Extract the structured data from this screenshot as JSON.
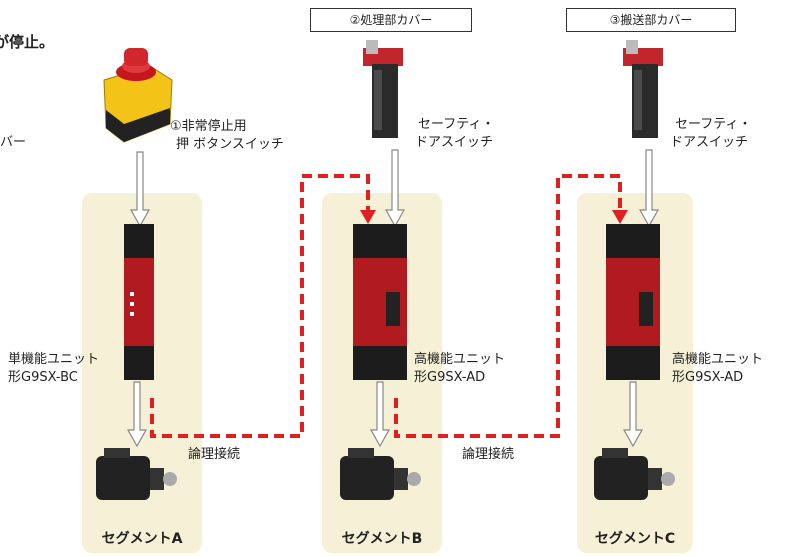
{
  "headline": "が停止。",
  "left_partial": "バー",
  "cover_labels": [
    "②処理部カバー",
    "③搬送部カバー"
  ],
  "estop_label": [
    "①非常停止用",
    "押 ボタンスイッチ"
  ],
  "door_switch_label": [
    "セーフティ・",
    "ドアスイッチ"
  ],
  "units": [
    {
      "name": "単機能ユニット",
      "model": "形G9SX-BC"
    },
    {
      "name": "高機能ユニット",
      "model": "形G9SX-AD"
    },
    {
      "name": "高機能ユニット",
      "model": "形G9SX-AD"
    }
  ],
  "logic_link_label": "論理接続",
  "segments": [
    "セグメントA",
    "セグメントB",
    "セグメントC"
  ],
  "colors": {
    "segment_bg": "#f6f0d6",
    "logic_link": "#e02020",
    "unit_red": "#b11a1f"
  }
}
